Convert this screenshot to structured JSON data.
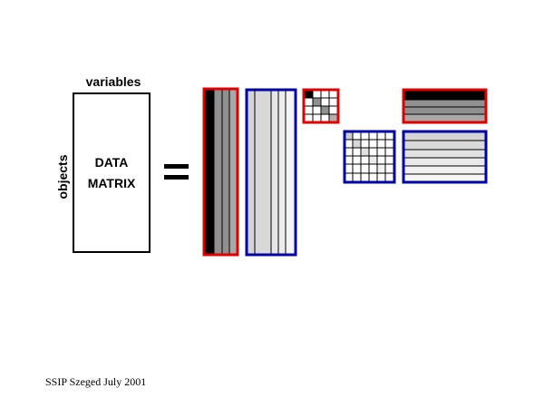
{
  "labels": {
    "variables": "variables",
    "objects": "objects",
    "data_matrix_line1": "DATA",
    "data_matrix_line2": "MATRIX",
    "footer": "SSIP Szeged July 2001"
  },
  "colors": {
    "red_frame": "#e00000",
    "blue_frame": "#0000a8",
    "black": "#000000",
    "dark_gray": "#808080",
    "mid_gray": "#a0a0a0",
    "light_gray": "#d8d8d8",
    "very_light_gray": "#efefef"
  },
  "legend": {}
}
